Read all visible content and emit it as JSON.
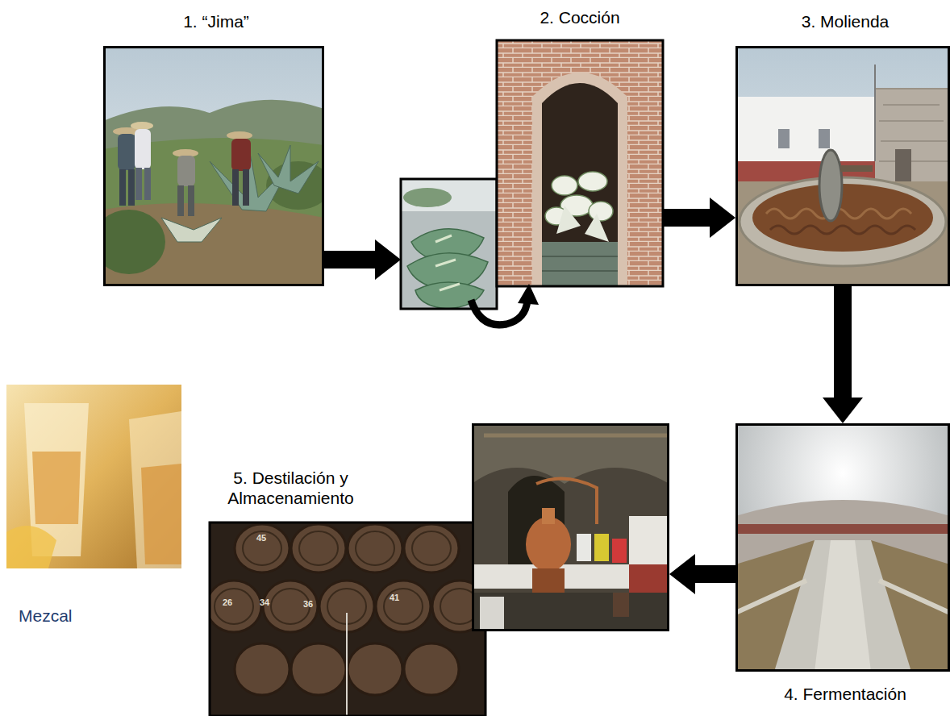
{
  "diagram": {
    "nodes": [
      {
        "text": [
          "1. “Jima”"
        ]
      },
      {
        "text": [
          "2. Cocción"
        ]
      },
      {
        "text": [
          "3. Molienda"
        ]
      },
      {
        "text": [
          "4. Fermentación"
        ]
      },
      {
        "text": [
          "5. Destilación y Almacenamiento"
        ]
      },
      {
        "text": [
          "Mezcal"
        ]
      }
    ],
    "edges": [
      {
        "from": 0,
        "to": 1,
        "arrow": "to"
      },
      {
        "from": 1,
        "to": 2,
        "arrow": "to"
      },
      {
        "from": 2,
        "to": 3,
        "arrow": "to"
      },
      {
        "from": 3,
        "to": 4,
        "arrow": "to"
      }
    ],
    "labels": [
      "45",
      "26",
      "34",
      "36",
      "41"
    ]
  }
}
